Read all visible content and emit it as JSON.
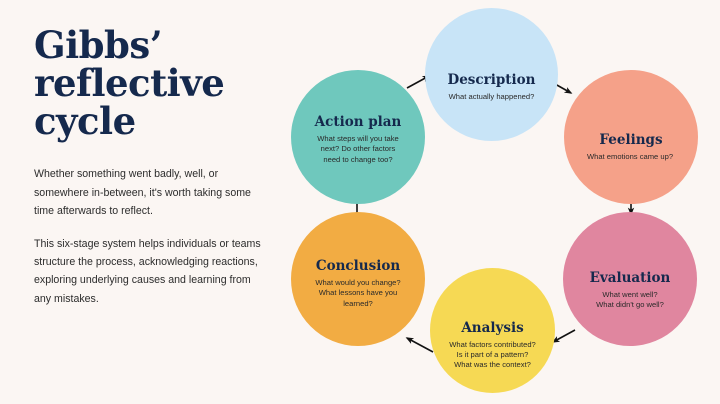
{
  "palette": {
    "background": "#fbf6f3",
    "title_navy": "#15294d",
    "body_text": "#2c2c2c",
    "arrow": "#121212"
  },
  "heading": {
    "title": "Gibbs’\nreflective\ncycle"
  },
  "intro": {
    "paragraph_1": "Whether something went badly, well, or somewhere in-between, it's worth taking some time afterwards to reflect.",
    "paragraph_2": "This six-stage system helps individuals or teams structure the process, acknowledging reactions, exploring underlying causes and learning from any mistakes."
  },
  "chart_data": {
    "type": "diagram",
    "title": "Gibbs’ reflective cycle",
    "layout": "circular-cycle",
    "direction": "clockwise",
    "stage_count": 6,
    "stages": [
      {
        "order": 1,
        "label": "Description",
        "prompt": "What actually happened?",
        "color": "#c8e4f7"
      },
      {
        "order": 2,
        "label": "Feelings",
        "prompt": "What emotions came up?",
        "color": "#f5a189"
      },
      {
        "order": 3,
        "label": "Evaluation",
        "prompt": "What went well?\nWhat didn't go well?",
        "color": "#e0869f"
      },
      {
        "order": 4,
        "label": "Analysis",
        "prompt": "What factors contributed?\nIs it part of a pattern?\nWhat was the context?",
        "color": "#f6d954"
      },
      {
        "order": 5,
        "label": "Conclusion",
        "prompt": "What would you change?\nWhat lessons have you\nlearned?",
        "color": "#f2ac43"
      },
      {
        "order": 6,
        "label": "Action plan",
        "prompt": "What steps will you take\nnext? Do other factors\nneed to change too?",
        "color": "#6fc8bd"
      }
    ],
    "arrows": [
      {
        "from": "Description",
        "to": "Feelings"
      },
      {
        "from": "Feelings",
        "to": "Evaluation"
      },
      {
        "from": "Evaluation",
        "to": "Analysis"
      },
      {
        "from": "Analysis",
        "to": "Conclusion"
      },
      {
        "from": "Conclusion",
        "to": "Action plan"
      },
      {
        "from": "Action plan",
        "to": "Description"
      }
    ]
  }
}
